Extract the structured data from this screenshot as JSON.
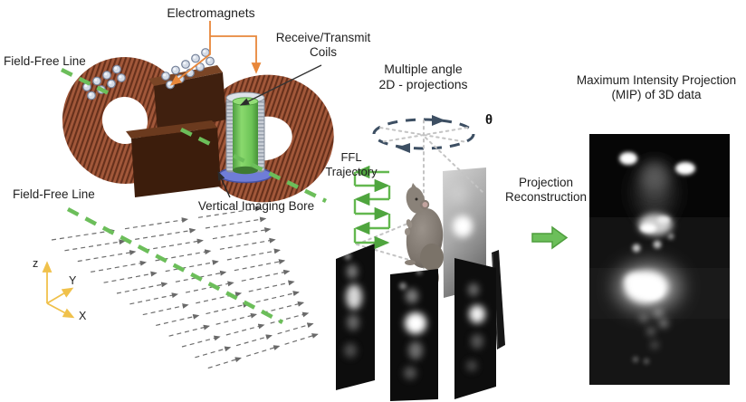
{
  "labels": {
    "electromagnets": "Electromagnets",
    "receive_transmit": "Receive/Transmit\nCoils",
    "field_free_line_top": "Field-Free Line",
    "field_free_line_bottom": "Field-Free Line",
    "vertical_imaging_bore": "Vertical Imaging Bore",
    "ffl_trajectory": "FFL\nTrajectory",
    "multiple_angle": "Multiple angle\n2D - projections",
    "theta": "θ",
    "projection_reconstruction": "Projection\nReconstruction",
    "mip_title": "Maximum Intensity Projection\n(MIP) of 3D data"
  },
  "axes": {
    "z": "z",
    "y": "Y",
    "x": "X"
  },
  "colors": {
    "ffl_green": "#6CBE5A",
    "trajectory_green": "#63B84F",
    "connector_orange": "#E8873A",
    "axes_gold": "#F0C14B",
    "rotation_navy": "#3D4F63",
    "copper": "#A2583A",
    "pole_dark_brown": "#40200F",
    "bore_green": "#74C964",
    "bore_base_blue": "#6F7DD8",
    "text": "#1F1F1F"
  },
  "icons": [
    "field-free-line-dashed",
    "field-vector-arrows",
    "rotation-circle-arrow",
    "raster-trajectory-arrow",
    "projection-reconstruction-arrow"
  ]
}
